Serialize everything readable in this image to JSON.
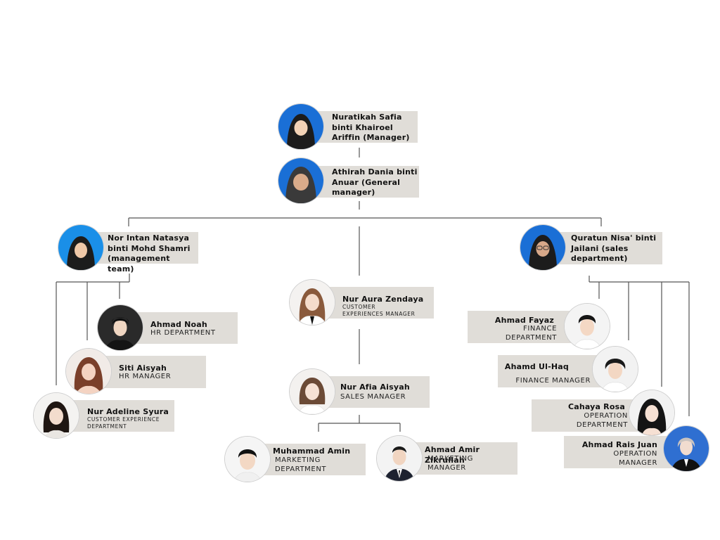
{
  "org": {
    "manager": {
      "name": "Nuratikah Safia binti Khairoel Ariffin (Manager)"
    },
    "general_manager": {
      "name": "Athirah Dania binti Anuar (General manager)"
    },
    "management_team": {
      "name": "Nor Intan Natasya binti Mohd Shamri (management team)"
    },
    "sales_department": {
      "name": "Quratun Nisa' binti Jailani (sales department)"
    },
    "customer_exp_manager": {
      "name": "Nur Aura Zendaya",
      "role": "CUSTOMER\nEXPERIENCES MANAGER"
    },
    "sales_manager": {
      "name": "Nur Afia Aisyah",
      "role": "SALES MANAGER"
    },
    "hr_department": {
      "name": "Ahmad Noah",
      "role": "HR DEPARTMENT"
    },
    "hr_manager": {
      "name": "Siti Aisyah",
      "role": "HR MANAGER"
    },
    "customer_exp_department": {
      "name": "Nur Adeline Syura",
      "role": "CUSTOMER EXPERIENCE\nDEPARTMENT"
    },
    "marketing_department": {
      "name": "Muhammad  Amin",
      "role": "MARKETING\nDEPARTMENT"
    },
    "marketing_manager": {
      "name": "Ahmad Amir Zikrullah",
      "role": "MARKETING\nMANAGER"
    },
    "finance_department": {
      "name": "Ahmad Fayaz",
      "role": "FINANCE\nDEPARTMENT"
    },
    "finance_manager": {
      "name": "Ahamd Ul-Haq",
      "role": "FINANCE MANAGER"
    },
    "operation_department": {
      "name": "Cahaya Rosa",
      "role": "OPERATION\nDEPARTMENT"
    },
    "operation_manager": {
      "name": "Ahmad Rais Juan",
      "role": "OPERATION\nMANAGER"
    }
  },
  "colors": {
    "card": "#e0ddd8",
    "line": "#555555",
    "photo_bg_blue": "#1a6fd6",
    "hijab": "#1c1c1c"
  }
}
